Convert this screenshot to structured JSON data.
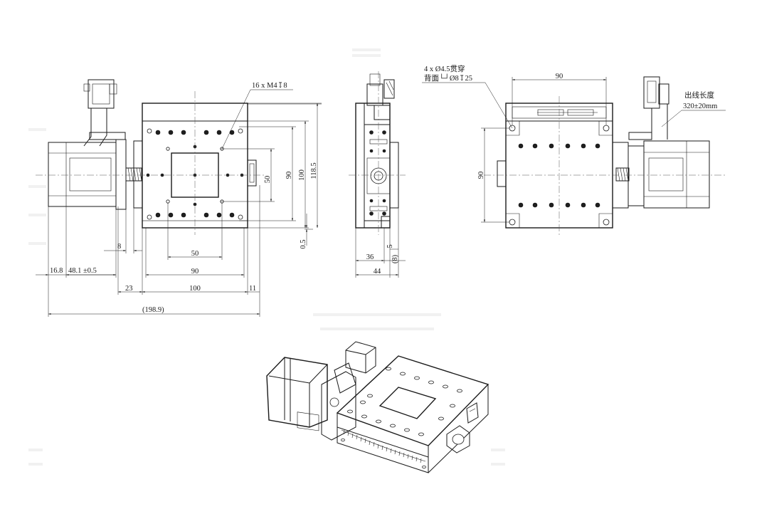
{
  "callouts": {
    "tapped_holes": "16 x M4↧8",
    "through_holes": "4 x Ø4.5贯穿",
    "counterbore": "背面└┘Ø8↧25",
    "cable_label": "出线长度",
    "cable_value": "320±20mm"
  },
  "front_view": {
    "dim_50_h": "50",
    "dim_90_h": "90",
    "dim_100_h": "100",
    "dim_50_v": "50",
    "dim_90_v": "90",
    "dim_100_v": "100",
    "dim_118_5": "118.5",
    "dim_0_5": "0.5",
    "dim_8": "8",
    "dim_16_8": "16.8",
    "dim_48_1": "48.1 ±0.5",
    "dim_23": "23",
    "dim_11": "11",
    "dim_198_9": "(198.9)"
  },
  "side_view": {
    "dim_36": "36",
    "dim_5": "5",
    "dim_8p": "(8)",
    "dim_44": "44"
  },
  "rear_view": {
    "dim_90_h": "90",
    "dim_90_v": "90"
  }
}
